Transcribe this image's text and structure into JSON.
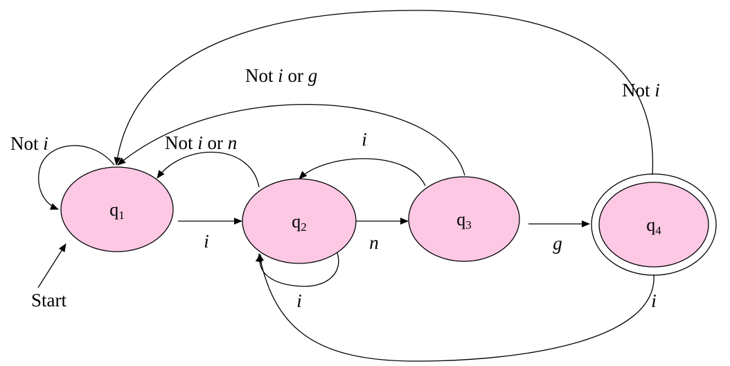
{
  "diagram": {
    "colors": {
      "state_fill": "#fcc8e4",
      "stroke": "#000000",
      "background": "#ffffff"
    },
    "states": [
      {
        "id": "q1",
        "base": "q",
        "sub": "1",
        "accepting": false
      },
      {
        "id": "q2",
        "base": "q",
        "sub": "2",
        "accepting": false
      },
      {
        "id": "q3",
        "base": "q",
        "sub": "3",
        "accepting": false
      },
      {
        "id": "q4",
        "base": "q",
        "sub": "4",
        "accepting": true
      }
    ],
    "start_label": "Start",
    "transitions": [
      {
        "from": "q1",
        "to": "q1",
        "label": {
          "text": "Not ",
          "sym": "i",
          "tail": "",
          "sym2": ""
        }
      },
      {
        "from": "q1",
        "to": "q2",
        "label": {
          "text": "",
          "sym": "i",
          "tail": "",
          "sym2": ""
        }
      },
      {
        "from": "q2",
        "to": "q3",
        "label": {
          "text": "",
          "sym": "n",
          "tail": "",
          "sym2": ""
        }
      },
      {
        "from": "q3",
        "to": "q4",
        "label": {
          "text": "",
          "sym": "g",
          "tail": "",
          "sym2": ""
        }
      },
      {
        "from": "q2",
        "to": "q1",
        "label": {
          "text": "Not ",
          "sym": "i",
          "tail": " or ",
          "sym2": "n"
        }
      },
      {
        "from": "q3",
        "to": "q2",
        "label": {
          "text": "",
          "sym": "i",
          "tail": "",
          "sym2": ""
        }
      },
      {
        "from": "q3",
        "to": "q1",
        "label": {
          "text": "Not ",
          "sym": "i",
          "tail": " or ",
          "sym2": "g"
        }
      },
      {
        "from": "q4",
        "to": "q1",
        "label": {
          "text": "Not ",
          "sym": "i",
          "tail": "",
          "sym2": ""
        }
      },
      {
        "from": "q2",
        "to": "q2",
        "label": {
          "text": "",
          "sym": "i",
          "tail": "",
          "sym2": ""
        }
      },
      {
        "from": "q4",
        "to": "q2",
        "label": {
          "text": "",
          "sym": "i",
          "tail": "",
          "sym2": ""
        }
      }
    ]
  }
}
